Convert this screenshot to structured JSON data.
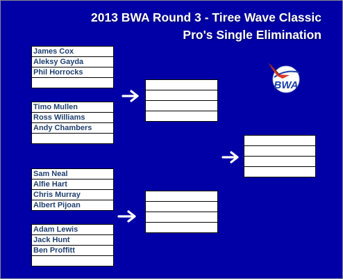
{
  "title": {
    "line1": "2013 BWA Round 3 - Tiree Wave Classic",
    "line2": "Pro's Single Elimination"
  },
  "logo": {
    "text": "BWA",
    "colors": {
      "primary": "#1a3fa8",
      "accent": "#d83a2c"
    }
  },
  "round1": [
    {
      "players": [
        "James Cox",
        "Aleksy Gayda",
        "Phil Horrocks",
        ""
      ]
    },
    {
      "players": [
        "Timo Mullen",
        "Ross Williams",
        "Andy Chambers",
        ""
      ]
    },
    {
      "players": [
        "Sam Neal",
        "Alfie Hart",
        "Chris Murray",
        "Albert Pijoan"
      ]
    },
    {
      "players": [
        "Adam Lewis",
        "Jack Hunt",
        "Ben Proffitt",
        ""
      ]
    }
  ],
  "round2": [
    {
      "players": [
        "",
        "",
        "",
        ""
      ]
    },
    {
      "players": [
        "",
        "",
        "",
        ""
      ]
    }
  ],
  "final": {
    "players": [
      "",
      "",
      "",
      ""
    ]
  },
  "colors": {
    "background": "#0000a6",
    "text": "#1f3f6f"
  }
}
